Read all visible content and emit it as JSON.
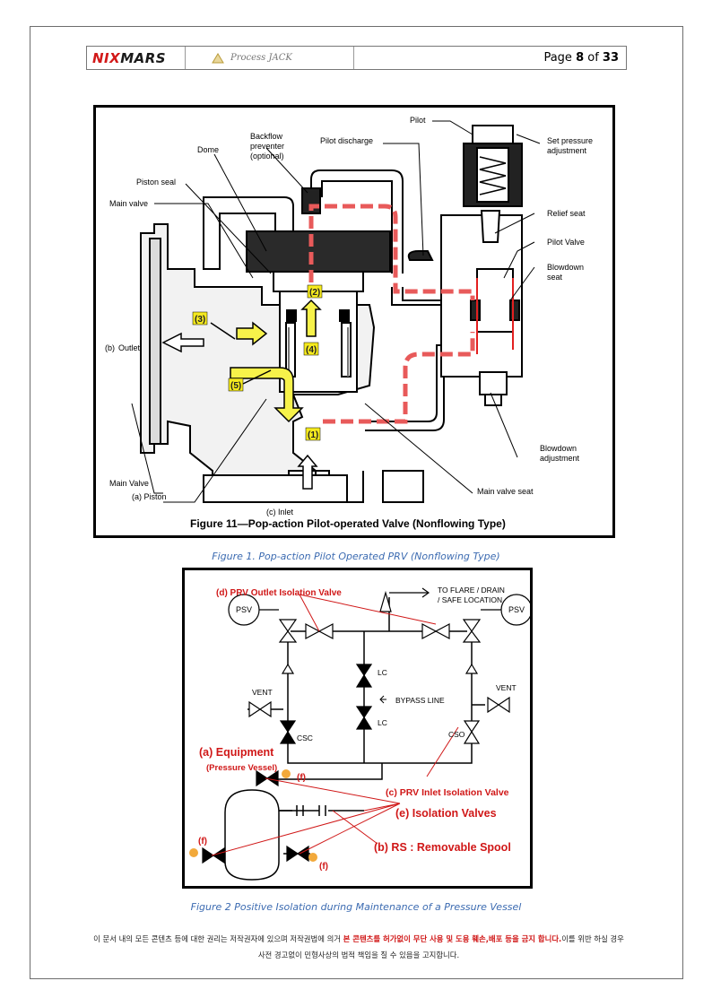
{
  "header": {
    "brand_part1": "NIX",
    "brand_part2": "MARS",
    "sub_brand": "Process JACK",
    "page_prefix": "Page ",
    "page_current": "8",
    "page_of": " of ",
    "page_total": "33"
  },
  "figure1": {
    "labels": {
      "pilot": "Pilot",
      "backflow_1": "Backflow",
      "backflow_2": "preventer",
      "backflow_3": "(optional)",
      "pilot_discharge": "Pilot discharge",
      "dome": "Dome",
      "set_pressure_1": "Set pressure",
      "set_pressure_2": "adjustment",
      "piston_seal": "Piston seal",
      "main_valve": "Main valve",
      "relief_seat": "Relief seat",
      "pilot_valve": "Pilot Valve",
      "blowdown_seat_1": "Blowdown",
      "blowdown_seat_2": "seat",
      "outlet_prefix": "(b)",
      "outlet": "Outlet",
      "blowdown_adj_1": "Blowdown",
      "blowdown_adj_2": "adjustment",
      "main_valve_2": "Main Valve",
      "piston": "(a) Piston",
      "main_valve_seat": "Main valve seat",
      "inlet": "(c) Inlet",
      "title": "Figure  11—Pop-action Pilot-operated Valve (Nonflowing Type)"
    },
    "markers": [
      "(1)",
      "(2)",
      "(3)",
      "(4)",
      "(5)"
    ],
    "caption": "Figure 1. Pop-action Pilot Operated PRV (Nonflowing Type)"
  },
  "figure2": {
    "labels": {
      "outlet_isolation": "(d) PRV Outlet Isolation Valve",
      "flare_1": "TO FLARE / DRAIN",
      "flare_2": "/ SAFE LOCATION",
      "psv": "PSV",
      "lc": "LC",
      "vent": "VENT",
      "bypass": "BYPASS LINE",
      "csc": "CSC",
      "cso": "CSO",
      "equipment": "(a) Equipment",
      "pressure_vessel": "(Pressure Vessel)",
      "f": "(f)",
      "inlet_isolation": "(c) PRV Inlet Isolation Valve",
      "isolation_valves": "(e) Isolation Valves",
      "removable_spool": "(b) RS : Removable Spool"
    },
    "caption": "Figure 2 Positive Isolation during Maintenance of a Pressure Vessel"
  },
  "footer": {
    "text_1": "이 문서 내의 모든 콘텐츠 등에 대한 권리는 저작권자에 있으며 저작권법에 의거 ",
    "text_red": "본 콘텐츠를 허가없이 무단 사용 및 도용 훼손,배포 등을 금지 합니다.",
    "text_2": "이를 위반 하실 경우 사전 경고없이 민형사상의 법적 책임을 질 수 있음을 고지합니다."
  },
  "colors": {
    "brand_red": "#d21919",
    "caption_blue": "#3c6bb1",
    "annotation_red": "#d01717",
    "marker_yellow": "#f5ea1e",
    "flow_arrow_yellow": "#f7f24a",
    "flange_dot_orange": "#f2a93b",
    "pilot_path_red": "#e85a5a"
  }
}
